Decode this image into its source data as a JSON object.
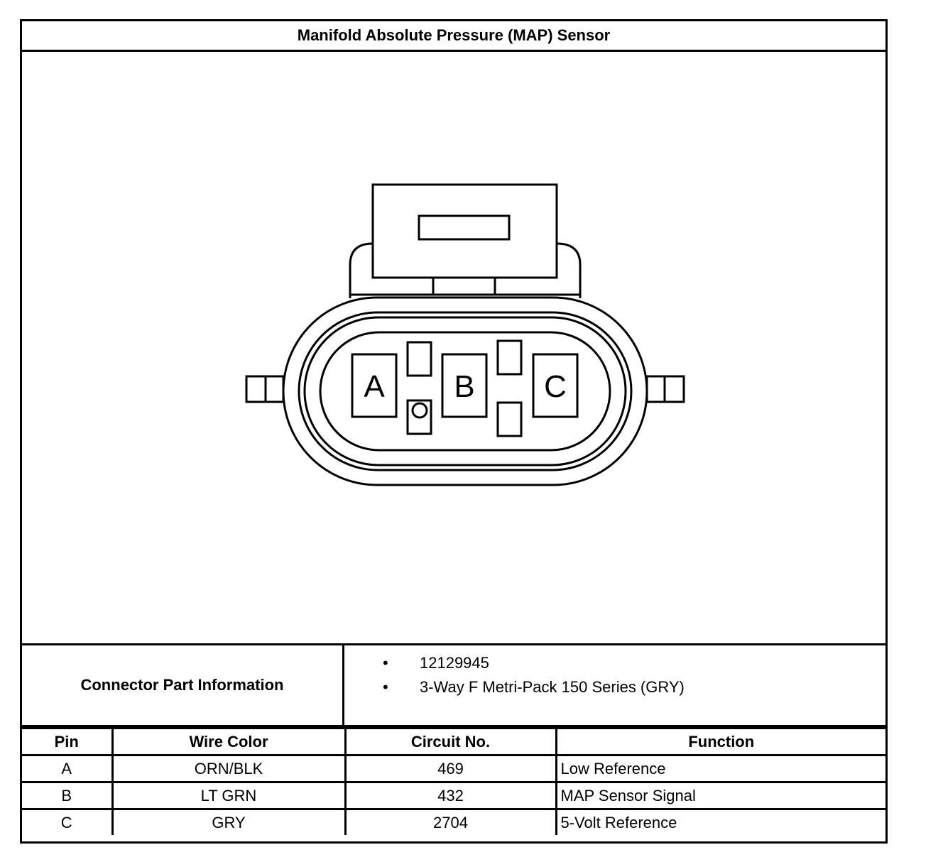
{
  "title": "Manifold Absolute Pressure (MAP) Sensor",
  "connector": {
    "pin_labels": [
      "A",
      "B",
      "C"
    ]
  },
  "connector_part_info": {
    "label": "Connector Part Information",
    "items": [
      "12129945",
      "3-Way F Metri-Pack 150 Series (GRY)"
    ],
    "bullet": "•"
  },
  "pin_table": {
    "headers": [
      "Pin",
      "Wire Color",
      "Circuit No.",
      "Function"
    ],
    "rows": [
      {
        "pin": "A",
        "wire_color": "ORN/BLK",
        "circuit": "469",
        "function": "Low Reference"
      },
      {
        "pin": "B",
        "wire_color": "LT GRN",
        "circuit": "432",
        "function": "MAP Sensor Signal"
      },
      {
        "pin": "C",
        "wire_color": "GRY",
        "circuit": "2704",
        "function": "5-Volt Reference"
      }
    ]
  }
}
